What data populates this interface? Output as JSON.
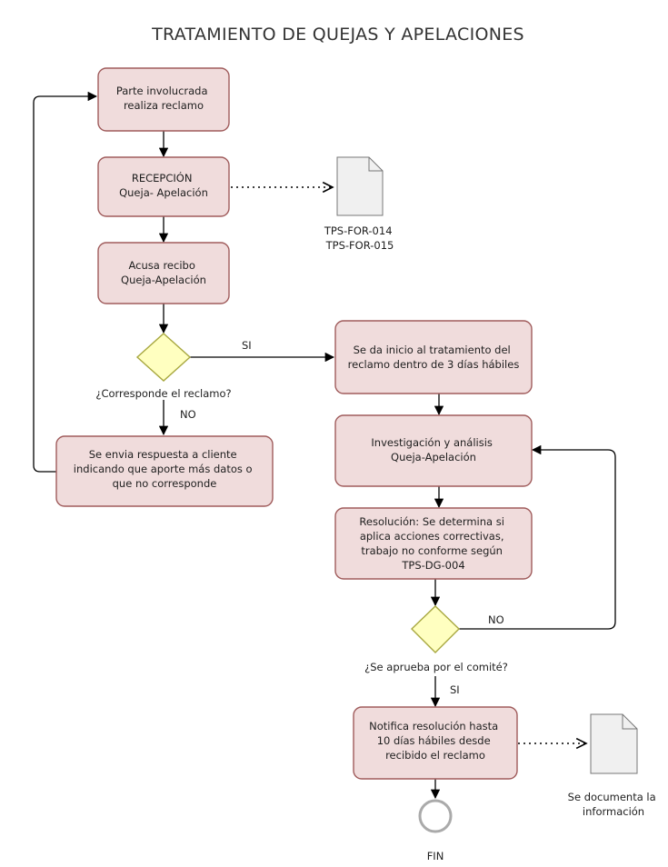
{
  "title": "TRATAMIENTO DE QUEJAS Y APELACIONES",
  "nodes": {
    "reclamo": [
      "Parte involucrada",
      "realiza reclamo"
    ],
    "recepcion": [
      "RECEPCIÓN",
      "Queja- Apelación"
    ],
    "acusa": [
      "Acusa recibo",
      "Queja-Apelación"
    ],
    "respuesta": [
      "Se envia respuesta a cliente",
      "indicando que aporte más datos o",
      "que no corresponde"
    ],
    "inicio": [
      "Se da inicio al tratamiento del",
      "reclamo dentro de 3 días hábiles"
    ],
    "investigacion": [
      "Investigación y análisis",
      "Queja-Apelación"
    ],
    "resolucion": [
      "Resolución: Se determina si",
      "aplica acciones correctivas,",
      "trabajo no conforme  según",
      "TPS-DG-004"
    ],
    "notifica": [
      "Notifica resolución hasta",
      "10 días hábiles desde",
      "recibido el reclamo"
    ]
  },
  "decisions": {
    "corresponde": "¿Corresponde el reclamo?",
    "aprueba": "¿Se aprueba por el comité?"
  },
  "edge_labels": {
    "si_1": "SI",
    "no_1": "NO",
    "no_2": "NO",
    "si_2": "SI"
  },
  "documents": {
    "forms": [
      "TPS-FOR-014",
      "TPS-FOR-015"
    ],
    "documenta": [
      "Se documenta la",
      "información"
    ]
  },
  "end_label": "FIN",
  "colors": {
    "process_fill": "#f0dcdc",
    "process_stroke": "#a05c5c",
    "decision_fill": "#ffffc0",
    "decision_stroke": "#a8a840"
  }
}
